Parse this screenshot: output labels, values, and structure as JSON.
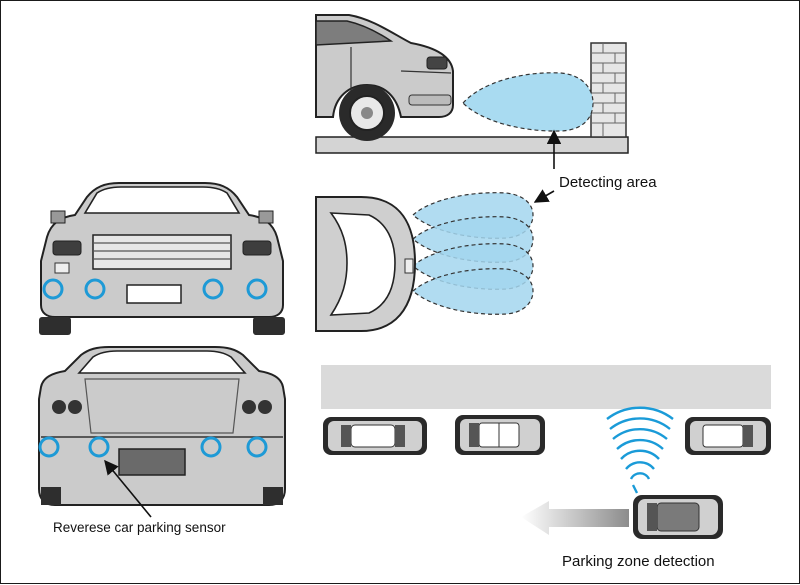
{
  "labels": {
    "detecting_area": "Detecting area",
    "reverse_sensor": "Reverese car parking sensor",
    "parking_zone": "Parking zone detection"
  },
  "colors": {
    "car_body": "#c9c9c9",
    "car_dark": "#4a4a4a",
    "detection_zone": "#a6d8ef",
    "detection_zone_dark": "#7cc3e6",
    "sensor_ring": "#1e9ad6",
    "wave": "#1a9bd8",
    "road": "#d9d9d9",
    "wall": "#e3e3e3"
  },
  "icons": [
    "side-view-car-icon",
    "brick-wall-icon",
    "top-view-car-icon",
    "front-view-car-icon",
    "rear-view-car-icon",
    "parked-car-icon",
    "ultrasonic-wave-icon",
    "direction-arrow-icon"
  ]
}
